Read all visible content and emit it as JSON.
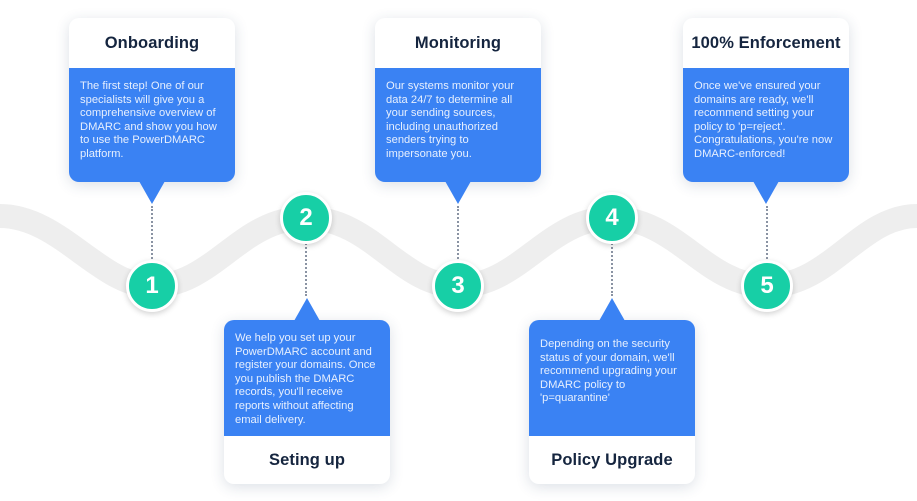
{
  "colors": {
    "card_body": "#3a82f3",
    "step_circle": "#17cfa6",
    "wave": "#eeeeee",
    "title_text": "#15253f"
  },
  "steps": [
    {
      "number": "1",
      "title": "Onboarding",
      "text": "The first step! One of our specialists will give you a comprehensive overview of DMARC and show you how to use the PowerDMARC platform."
    },
    {
      "number": "2",
      "title": "Seting up",
      "text": "We help you set up your PowerDMARC account and register your domains. Once you publish the DMARC records, you'll receive reports without affecting email delivery."
    },
    {
      "number": "3",
      "title": "Monitoring",
      "text": "Our systems monitor your data 24/7 to determine all your sending sources, including unauthorized senders trying to impersonate you."
    },
    {
      "number": "4",
      "title": "Policy Upgrade",
      "text": "Depending on the security status of your domain, we'll recommend upgrading your DMARC policy to 'p=quarantine'"
    },
    {
      "number": "5",
      "title": "100% Enforcement",
      "text": "Once we've ensured your domains are ready, we'll recommend setting your policy to 'p=reject'. Congratulations, you're now DMARC-enforced!"
    }
  ]
}
